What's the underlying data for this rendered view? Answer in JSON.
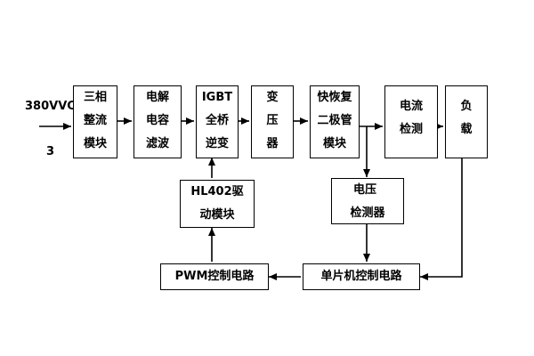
{
  "input": {
    "voltage_label": "380VVC",
    "phase_label": "3"
  },
  "blocks": {
    "rectifier": [
      "三相",
      "整流",
      "模块"
    ],
    "filter": [
      "电解",
      "电容",
      "滤波"
    ],
    "inverter": [
      "IGBT",
      "全桥",
      "逆变"
    ],
    "transformer": [
      "变",
      "压",
      "器"
    ],
    "fast_recovery": [
      "快恢复",
      "二极管",
      "模块"
    ],
    "current_detect": [
      "电流",
      "检测"
    ],
    "load": [
      "负",
      "载"
    ],
    "voltage_detect": [
      "电压",
      "检测器"
    ],
    "driver": [
      "HL402驱",
      "动模块"
    ],
    "mcu": [
      "单片机控制电路"
    ],
    "pwm": [
      "PWM控制电路"
    ]
  }
}
